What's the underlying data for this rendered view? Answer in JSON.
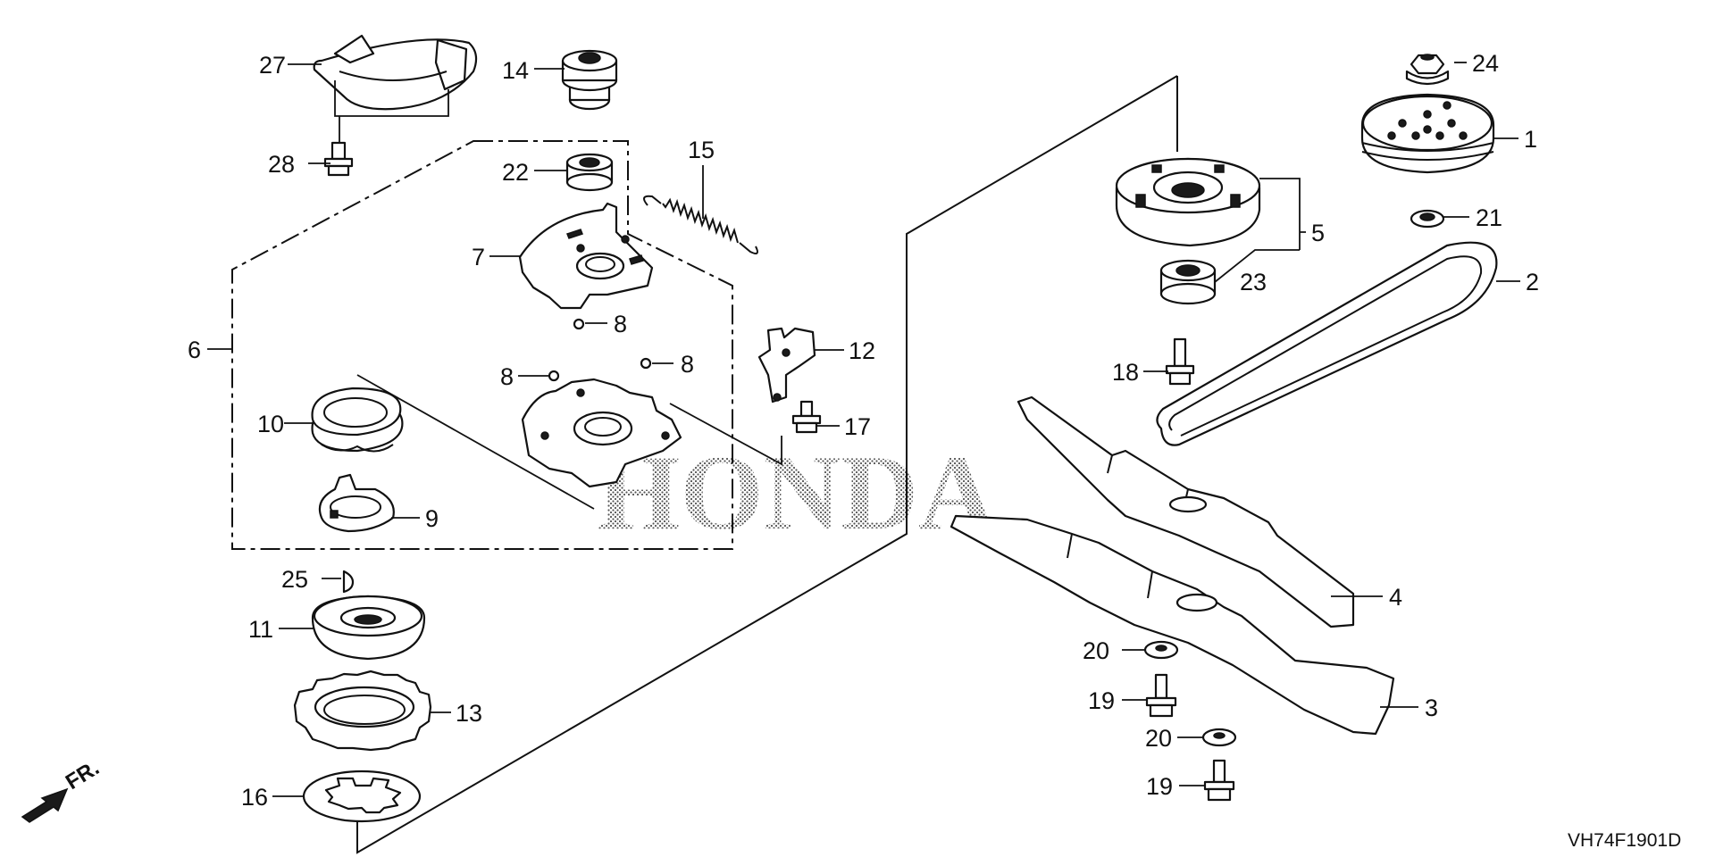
{
  "watermark": "HONDA",
  "diagram_code": "VH74F1901D",
  "direction_label": "FR.",
  "callouts": {
    "p1": "1",
    "p2": "2",
    "p3": "3",
    "p4": "4",
    "p5": "5",
    "p6": "6",
    "p7": "7",
    "p8a": "8",
    "p8b": "8",
    "p8c": "8",
    "p9": "9",
    "p10": "10",
    "p11": "11",
    "p12": "12",
    "p13": "13",
    "p14": "14",
    "p15": "15",
    "p16": "16",
    "p17": "17",
    "p18": "18",
    "p19a": "19",
    "p19b": "19",
    "p20a": "20",
    "p20b": "20",
    "p21": "21",
    "p22": "22",
    "p23": "23",
    "p24": "24",
    "p25": "25",
    "p27": "27",
    "p28": "28"
  }
}
